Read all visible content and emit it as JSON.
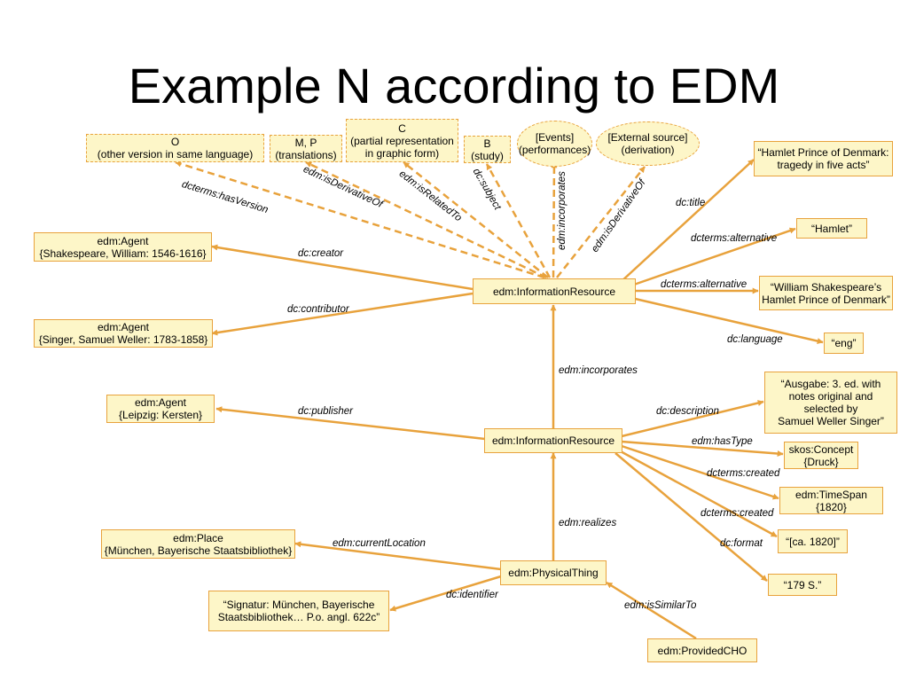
{
  "title": "Example N according to EDM",
  "colors": {
    "edge": "#e8a23c",
    "box_fill": "#fdf6c8"
  },
  "nodes": {
    "ir1": "edm:InformationResource",
    "ir2": "edm:InformationResource",
    "pt": "edm:PhysicalThing",
    "cho": "edm:ProvidedCHO",
    "O": "O\n(other version in same language)",
    "MP": "M, P\n(translations)",
    "C": "C\n(partial representation\nin graphic form)",
    "B": "B\n(study)",
    "events": "[Events]\n(performances)",
    "ext": "[External source]\n(derivation)",
    "agent1": "edm:Agent\n{Shakespeare, William: 1546-1616}",
    "agent2": "edm:Agent\n{Singer, Samuel Weller: 1783-1858}",
    "agent3": "edm:Agent\n{Leipzig: Kersten}",
    "place": "edm:Place\n{München, Bayerische Staatsbibliothek}",
    "signatur": "“Signatur: München, Bayerische\nStaatsbibliothek… P.o. angl. 622c”",
    "title": "“Hamlet Prince of Denmark:\ntragedy in five acts”",
    "hamlet": "“Hamlet”",
    "wsh": "“William Shakespeare’s\nHamlet Prince of Denmark”",
    "eng": "“eng”",
    "ausgabe": "“Ausgabe: 3. ed. with\nnotes original and\nselected by\nSamuel Weller Singer”",
    "skos": "skos:Concept\n{Druck}",
    "timespan": "edm:TimeSpan\n{1820}",
    "ca1820": "“[ca. 1820]”",
    "s179": "“179 S.”"
  },
  "edges": {
    "hasVersion": "dcterms:hasVersion",
    "isDerivativeOf1": "edm:isDerivativeOf",
    "isRelatedTo": "edm:isRelatedTo",
    "subject": "dc:subject",
    "incorporates1": "edm:incorporates",
    "isDerivativeOf2": "edm:isDerivativeOf",
    "creator": "dc:creator",
    "contributor": "dc:contributor",
    "dctitle": "dc:title",
    "alternative1": "dcterms:alternative",
    "alternative2": "dcterms:alternative",
    "language": "dc:language",
    "incorporates2": "edm:incorporates",
    "publisher": "dc:publisher",
    "description": "dc:description",
    "hasType": "edm:hasType",
    "created1": "dcterms:created",
    "created2": "dcterms:created",
    "format": "dc:format",
    "realizes": "edm:realizes",
    "currentLocation": "edm:currentLocation",
    "identifier": "dc:identifier",
    "isSimilarTo": "edm:isSimilarTo"
  }
}
